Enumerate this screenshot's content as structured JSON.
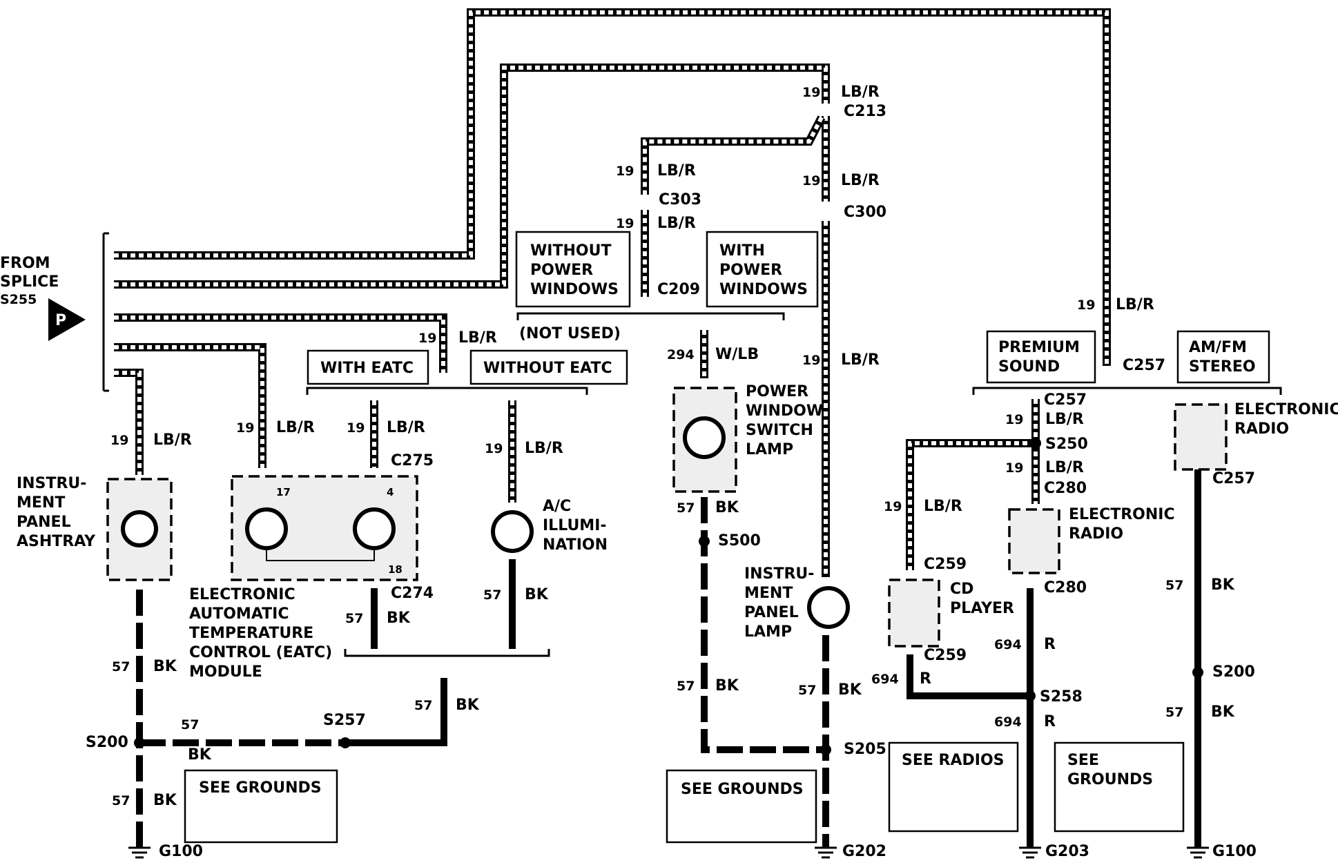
{
  "source": {
    "line1": "FROM",
    "line2": "SPLICE",
    "line3": "S255",
    "marker": "P"
  },
  "wire": {
    "circuit": "19",
    "color": "LB/R",
    "ground_circuit": "57",
    "ground_color": "BK",
    "w_circuit": "294",
    "w_color": "W/LB",
    "r_circuit": "694",
    "r_color": "R"
  },
  "connectors": {
    "c213": "C213",
    "c300": "C300",
    "c303": "C303",
    "c209": "C209",
    "c257": "C257",
    "c275": "C275",
    "c274": "C274",
    "c259": "C259",
    "c280": "C280"
  },
  "splices": {
    "s200": "S200",
    "s257": "S257",
    "s500": "S500",
    "s205": "S205",
    "s250": "S250",
    "s258": "S258"
  },
  "grounds": {
    "g100": "G100",
    "g202": "G202",
    "g203": "G203"
  },
  "pins": {
    "p17": "17",
    "p4": "4",
    "p18": "18"
  },
  "notes": {
    "without_power_windows": [
      "WITHOUT",
      "POWER",
      "WINDOWS"
    ],
    "with_power_windows": [
      "WITH",
      "POWER",
      "WINDOWS"
    ],
    "not_used": "(NOT USED)",
    "with_eatc": "WITH EATC",
    "without_eatc": "WITHOUT EATC",
    "premium_sound": [
      "PREMIUM",
      "SOUND"
    ],
    "am_fm_stereo": [
      "AM/FM",
      "STEREO"
    ],
    "see_grounds": "SEE GROUNDS",
    "see_grounds_stacked": [
      "SEE",
      "GROUNDS"
    ],
    "see_radios": "SEE RADIOS"
  },
  "components": {
    "ashtray": [
      "INSTRU-",
      "MENT",
      "PANEL",
      "ASHTRAY"
    ],
    "eatc": [
      "ELECTRONIC",
      "AUTOMATIC",
      "TEMPERATURE",
      "CONTROL (EATC)",
      "MODULE"
    ],
    "ac": [
      "A/C",
      "ILLUMI-",
      "NATION"
    ],
    "pw_lamp": [
      "POWER",
      "WINDOW",
      "SWITCH",
      "LAMP"
    ],
    "ip_lamp": [
      "INSTRU-",
      "MENT",
      "PANEL",
      "LAMP"
    ],
    "radio": [
      "ELECTRONIC",
      "RADIO"
    ],
    "cd": [
      "CD",
      "PLAYER"
    ]
  }
}
